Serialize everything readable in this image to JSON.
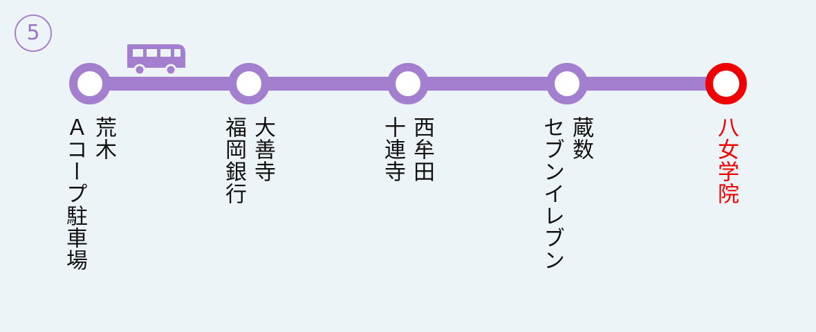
{
  "route": {
    "number": "5"
  },
  "colors": {
    "line": "#a57fcf",
    "current": "#ee0000",
    "text": "#111111",
    "background": "#edf4f7"
  },
  "stops": [
    {
      "lines": [
        "荒木",
        "Ａコープ駐車場"
      ],
      "current": false
    },
    {
      "lines": [
        "大善寺",
        "福岡銀行"
      ],
      "current": false
    },
    {
      "lines": [
        "西牟田",
        "十連寺"
      ],
      "current": false
    },
    {
      "lines": [
        "蔵数",
        "セブンイレブン"
      ],
      "current": false
    },
    {
      "lines": [
        "八女学院"
      ],
      "current": true
    }
  ],
  "vehicle": {
    "icon": "bus-icon"
  }
}
